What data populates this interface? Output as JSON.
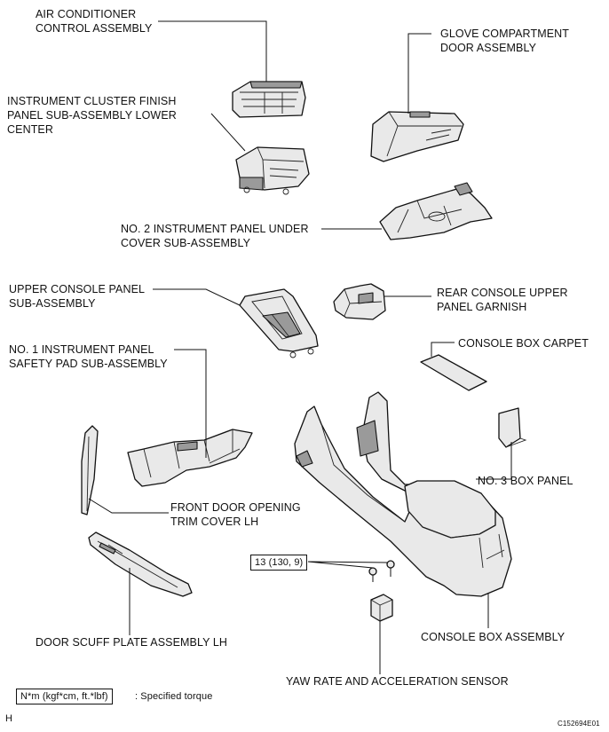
{
  "labels": {
    "air_conditioner": "AIR CONDITIONER\nCONTROL ASSEMBLY",
    "cluster_finish": "INSTRUMENT CLUSTER FINISH\nPANEL SUB-ASSEMBLY LOWER\nCENTER",
    "glove_door": "GLOVE COMPARTMENT\nDOOR ASSEMBLY",
    "under_cover": "NO. 2 INSTRUMENT PANEL UNDER\nCOVER SUB-ASSEMBLY",
    "upper_console": "UPPER CONSOLE PANEL\nSUB-ASSEMBLY",
    "rear_garnish": "REAR CONSOLE UPPER\nPANEL GARNISH",
    "box_carpet": "CONSOLE BOX CARPET",
    "safety_pad": "NO. 1 INSTRUMENT PANEL\nSAFETY PAD SUB-ASSEMBLY",
    "box_panel": "NO. 3 BOX PANEL",
    "trim_cover": "FRONT DOOR OPENING\nTRIM COVER LH",
    "torque_spec": "13 (130, 9)",
    "scuff_plate": "DOOR SCUFF PLATE ASSEMBLY LH",
    "console_box": "CONSOLE BOX ASSEMBLY",
    "yaw_sensor": "YAW RATE AND ACCELERATION SENSOR"
  },
  "legend": {
    "unit": "N*m (kgf*cm, ft.*lbf)",
    "text": ": Specified torque"
  },
  "corner": {
    "letter": "H",
    "code": "C152694E01"
  }
}
